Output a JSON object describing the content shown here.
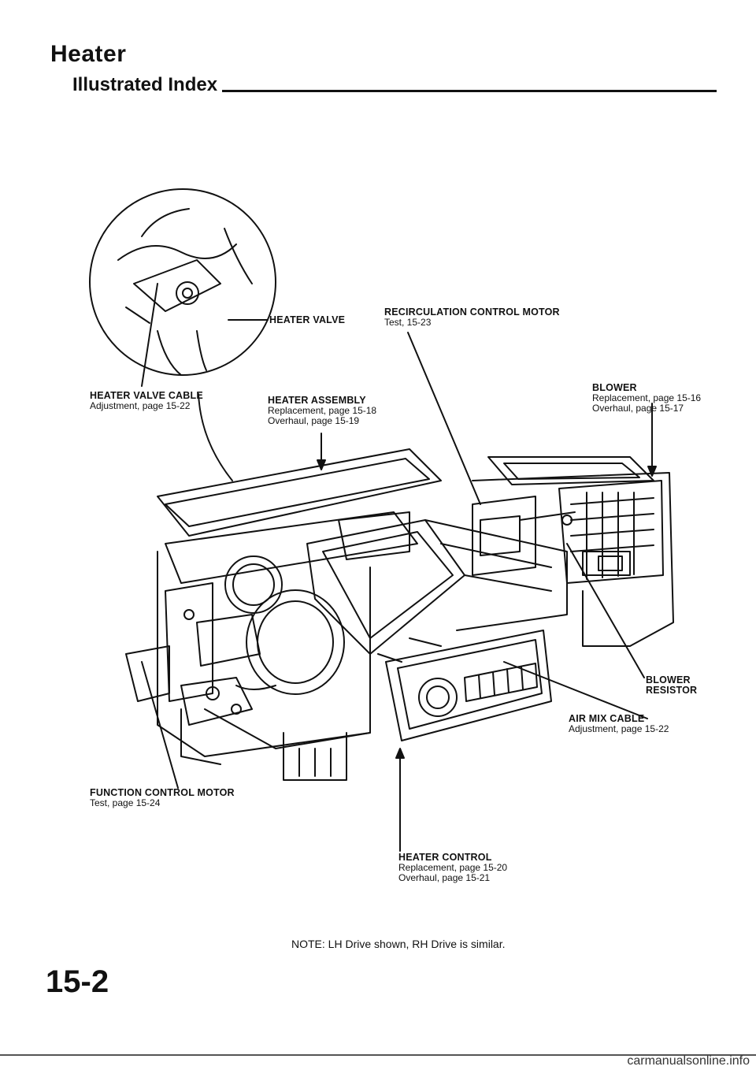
{
  "header": {
    "title": "Heater",
    "subtitle": "Illustrated Index"
  },
  "callouts": {
    "heater_valve": {
      "name": "HEATER VALVE"
    },
    "recirc_motor": {
      "name": "RECIRCULATION CONTROL MOTOR",
      "ref1": "Test, 15-23"
    },
    "blower": {
      "name": "BLOWER",
      "ref1": "Replacement, page 15-16",
      "ref2": "Overhaul, page 15-17"
    },
    "heater_valve_cable": {
      "name": "HEATER VALVE CABLE",
      "ref1": "Adjustment, page 15-22"
    },
    "heater_assembly": {
      "name": "HEATER ASSEMBLY",
      "ref1": "Replacement, page 15-18",
      "ref2": "Overhaul, page 15-19"
    },
    "blower_resistor": {
      "name1": "BLOWER",
      "name2": "RESISTOR"
    },
    "air_mix_cable": {
      "name": "AIR MIX CABLE",
      "ref1": "Adjustment, page 15-22"
    },
    "function_motor": {
      "name": "FUNCTION CONTROL MOTOR",
      "ref1": "Test, page 15-24"
    },
    "heater_control": {
      "name": "HEATER CONTROL",
      "ref1": "Replacement, page 15-20",
      "ref2": "Overhaul, page 15-21"
    }
  },
  "note": "NOTE: LH Drive shown, RH Drive is similar.",
  "page_number": "15-2",
  "watermark": "carmanualsonline.info"
}
